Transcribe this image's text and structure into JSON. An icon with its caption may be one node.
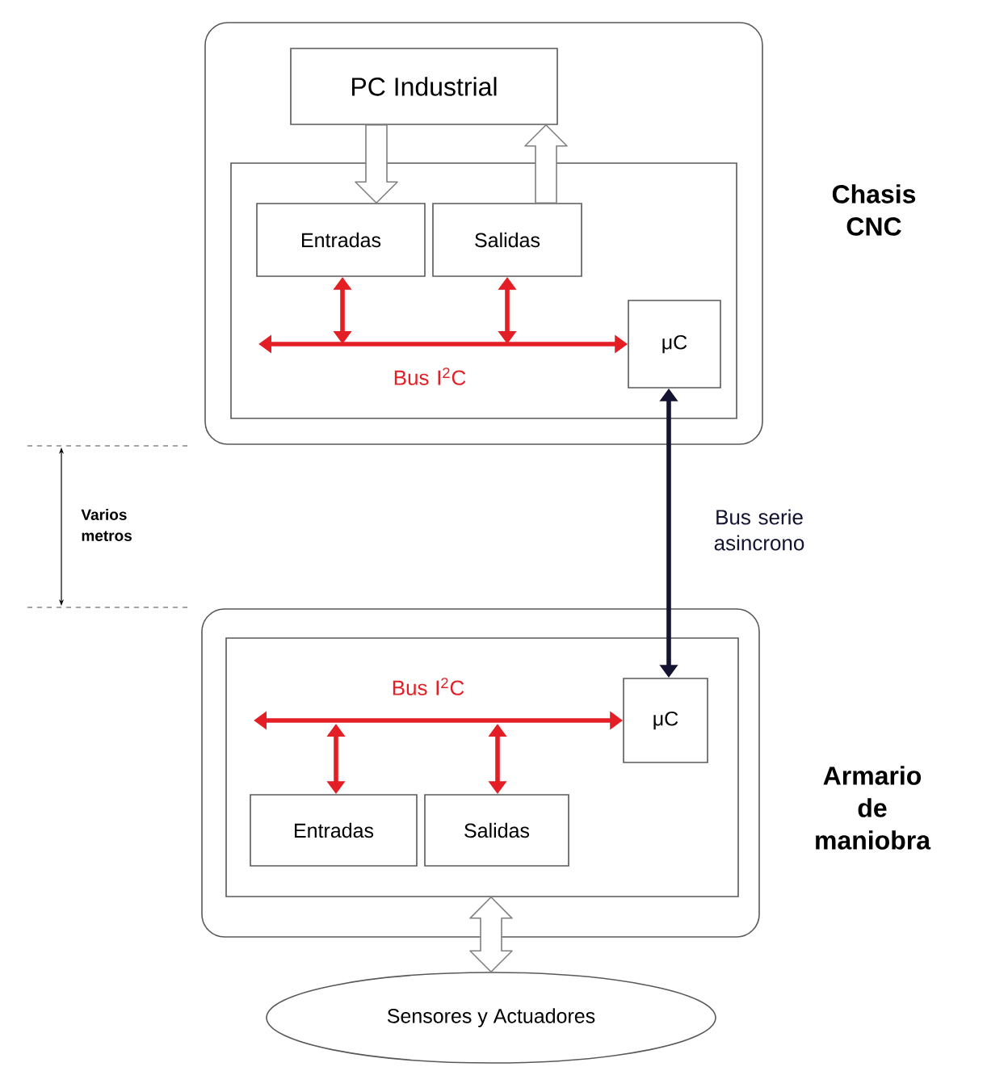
{
  "diagram": {
    "nodes": [
      {
        "text": [],
        "shape": "box",
        "beside": [
          "Chasis CNC"
        ]
      },
      {
        "text": [
          "PC Industrial"
        ],
        "in": 0
      },
      {
        "text": [],
        "shape": "box",
        "in": 0
      },
      {
        "text": [
          "Entradas"
        ],
        "in": 2
      },
      {
        "text": [
          "Salidas"
        ],
        "in": 2
      },
      {
        "text": [
          "μC"
        ],
        "in": 2
      },
      {
        "text": [],
        "shape": "box",
        "beside": [
          "Armario de maniobra"
        ]
      },
      {
        "text": [],
        "shape": "box",
        "in": 6
      },
      {
        "text": [
          "μC"
        ],
        "in": 7
      },
      {
        "text": [
          "Entradas"
        ],
        "in": 7
      },
      {
        "text": [
          "Salidas"
        ],
        "in": 7
      },
      {
        "text": [
          "Sensores y Actuadores"
        ]
      }
    ],
    "edges": [
      {
        "from": 1,
        "to": 3,
        "arrow": "to",
        "style": "thick",
        "color": "#7f7f7f"
      },
      {
        "from": 4,
        "to": 1,
        "arrow": "to",
        "style": "thick",
        "color": "#7f7f7f"
      },
      {
        "from": null,
        "to": 5,
        "arrow": "both",
        "label": "Bus I$^{2}$C",
        "color": "#e31e24"
      },
      {
        "from": 3,
        "to": null,
        "arrow": "both",
        "color": "#e31e24"
      },
      {
        "from": 4,
        "to": null,
        "arrow": "both",
        "color": "#e31e24"
      },
      {
        "from": 5,
        "to": 8,
        "arrow": "both",
        "label": "Bus serie asincrono",
        "color": "#141432"
      },
      {
        "from": null,
        "to": 8,
        "arrow": "both",
        "label": "Bus I$^{2}$C",
        "color": "#e31e24"
      },
      {
        "from": 9,
        "to": null,
        "arrow": "both",
        "color": "#e31e24"
      },
      {
        "from": 10,
        "to": null,
        "arrow": "both",
        "color": "#e31e24"
      },
      {
        "from": 7,
        "to": 11,
        "arrow": "both",
        "style": "thick",
        "color": "#7f7f7f"
      }
    ],
    "labels": [
      "Varios metros"
    ]
  }
}
